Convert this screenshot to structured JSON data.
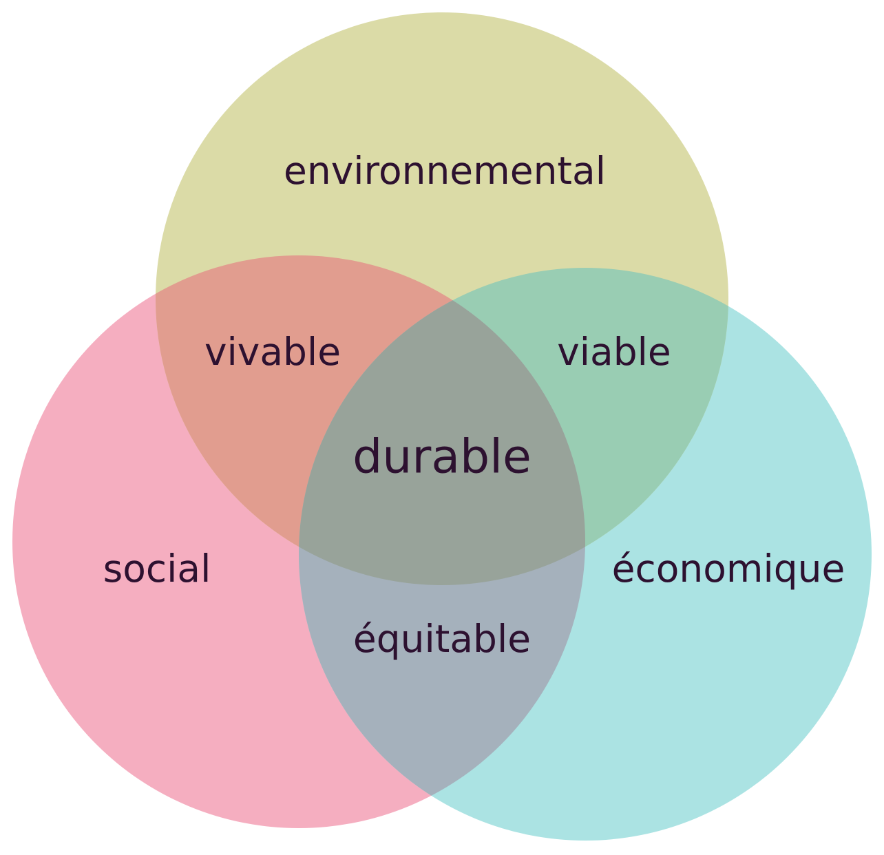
{
  "diagram": {
    "type": "venn-3",
    "sets": {
      "environment": {
        "label": "environnemental",
        "color": "#dbdba7"
      },
      "social": {
        "label": "social",
        "color": "#f5aec0"
      },
      "economic": {
        "label": "économique",
        "color": "#abe3e3"
      }
    },
    "intersections": {
      "environment_social": {
        "label": "vivable",
        "color": "#e19d8f"
      },
      "environment_economic": {
        "label": "viable",
        "color": "#99cdb3"
      },
      "social_economic": {
        "label": "équitable",
        "color": "#a5b1bc"
      },
      "all": {
        "label": "durable",
        "color": "#98a39a"
      }
    },
    "text_color": "#2d1130"
  }
}
